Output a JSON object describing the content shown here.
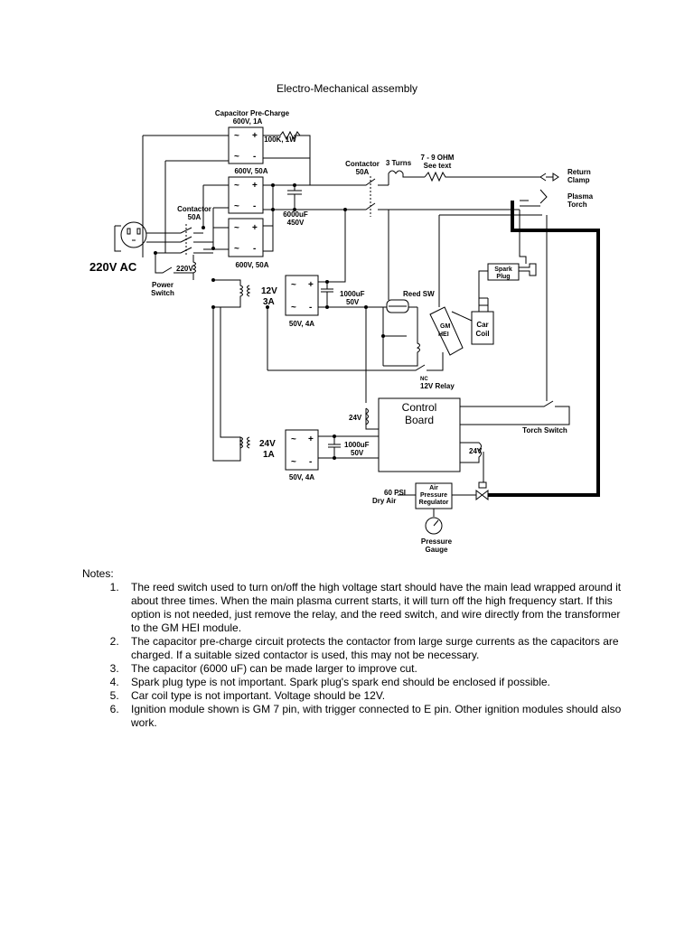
{
  "diagram": {
    "title": "Electro-Mechanical assembly",
    "labels": {
      "cap_precharge": "Capacitor Pre-Charge",
      "cap_precharge_rating": "600V, 1A",
      "resistor_100k": "100K, 1W",
      "rect_top_rating": "600V, 50A",
      "rect_bottom_rating": "600V, 50A",
      "cap_6000": "6000uF",
      "cap_6000_v": "450V",
      "contactor_left": "Contactor",
      "contactor_left_rating": "50A",
      "contactor_right": "Contactor",
      "contactor_right_rating": "50A",
      "turns": "3 Turns",
      "ohm": "7 - 9 OHM",
      "see_text": "See text",
      "return_clamp_1": "Return",
      "return_clamp_2": "Clamp",
      "plasma_torch_1": "Plasma",
      "plasma_torch_2": "Torch",
      "mains": "220V AC",
      "mains_220v": "220V",
      "power_switch_1": "Power",
      "power_switch_2": "Switch",
      "spark_plug_1": "Spark",
      "spark_plug_2": "Plug",
      "xfmr_12v_1": "12V",
      "xfmr_12v_2": "3A",
      "cap_1000_a": "1000uF",
      "cap_1000_a_v": "50V",
      "rect_12v_rating": "50V, 4A",
      "reed_sw": "Reed SW",
      "gm_hei_1": "GM",
      "gm_hei_2": "HEI",
      "car_coil_1": "Car",
      "car_coil_2": "Coil",
      "relay_nc": "NC",
      "relay": "12V Relay",
      "control_board_1": "Control",
      "control_board_2": "Board",
      "cb_24v_left": "24V",
      "cb_24v_right": "24V",
      "torch_switch": "Torch Switch",
      "xfmr_24v_1": "24V",
      "xfmr_24v_2": "1A",
      "cap_1000_b": "1000uF",
      "cap_1000_b_v": "50V",
      "rect_24v_rating": "50V, 4A",
      "psi": "60 PSI",
      "dry_air": "Dry Air",
      "air_reg_1": "Air",
      "air_reg_2": "Pressure",
      "air_reg_3": "Regulator",
      "gauge_1": "Pressure",
      "gauge_2": "Gauge",
      "plus": "+",
      "minus": "-",
      "tilde": "~"
    }
  },
  "notes": {
    "title": "Notes:",
    "items": [
      "The reed switch used to turn on/off the high voltage start should have the main lead wrapped around it about three times.  When the main plasma current starts, it will turn off the high frequency start.  If this option is not needed, just remove the relay, and the reed switch, and wire directly from the transformer to the GM HEI module.",
      "The capacitor pre-charge circuit protects the contactor from large surge currents as the capacitors are charged.  If a suitable sized contactor is used, this may not be necessary.",
      "The capacitor (6000 uF) can be made larger to improve cut.",
      "Spark plug type is not important.  Spark plug's spark end should be enclosed if possible.",
      "Car coil type is not important.  Voltage should be 12V.",
      "Ignition module shown is GM 7 pin, with trigger connected to E pin.  Other ignition modules should also work."
    ]
  }
}
